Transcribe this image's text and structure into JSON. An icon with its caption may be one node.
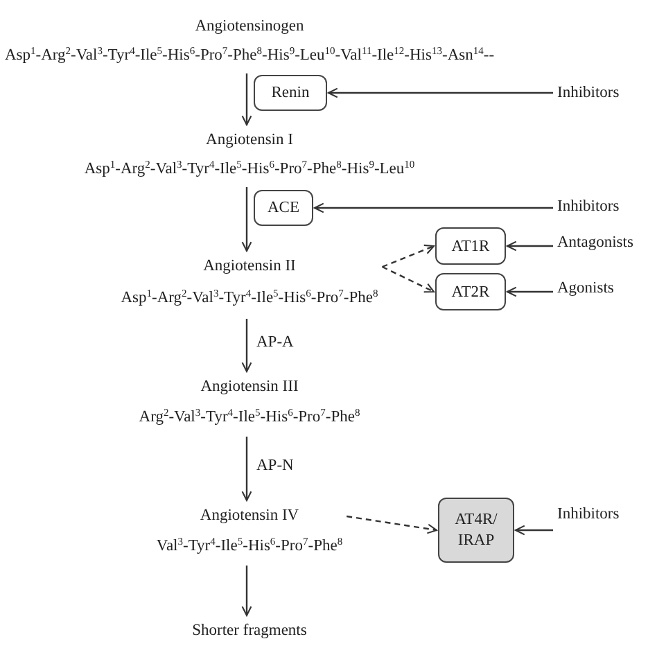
{
  "diagram": {
    "nodes": [
      {
        "text": [
          "Angiotensinogen",
          "Asp$^{1}$-Arg$^{2}$-Val$^{3}$-Tyr$^{4}$-Ile$^{5}$-His$^{6}$-Pro$^{7}$-Phe$^{8}$-His$^{9}$-Leu$^{10}$-Val$^{11}$-Ile$^{12}$-His$^{13}$-Asn$^{14}$--"
        ]
      },
      {
        "text": [
          "Renin"
        ]
      },
      {
        "text": [
          "Inhibitors"
        ]
      },
      {
        "text": [
          "Angiotensin I",
          "Asp$^{1}$-Arg$^{2}$-Val$^{3}$-Tyr$^{4}$-Ile$^{5}$-His$^{6}$-Pro$^{7}$-Phe$^{8}$-His$^{9}$-Leu$^{10}$"
        ]
      },
      {
        "text": [
          "ACE"
        ]
      },
      {
        "text": [
          "Inhibitors"
        ]
      },
      {
        "text": [
          "Angiotensin II",
          "Asp$^{1}$-Arg$^{2}$-Val$^{3}$-Tyr$^{4}$-Ile$^{5}$-His$^{6}$-Pro$^{7}$-Phe$^{8}$"
        ]
      },
      {
        "text": [
          "AT1R"
        ]
      },
      {
        "text": [
          "Antagonists"
        ]
      },
      {
        "text": [
          "AT2R"
        ]
      },
      {
        "text": [
          "Agonists"
        ]
      },
      {
        "text": [
          "Angiotensin III",
          "Arg$^{2}$-Val$^{3}$-Tyr$^{4}$-Ile$^{5}$-His$^{6}$-Pro$^{7}$-Phe$^{8}$"
        ]
      },
      {
        "text": [
          "Angiotensin IV",
          "Val$^{3}$-Tyr$^{4}$-Ile$^{5}$-His$^{6}$-Pro$^{7}$-Phe$^{8}$"
        ]
      },
      {
        "text": [
          "AT4R/ IRAP"
        ]
      },
      {
        "text": [
          "Inhibitors"
        ]
      },
      {
        "text": [
          "Shorter fragments"
        ]
      }
    ],
    "edges": [
      {
        "from": 0,
        "to": 3,
        "arrow": "to"
      },
      {
        "from": 2,
        "to": 1,
        "arrow": "to"
      },
      {
        "from": 3,
        "to": 6,
        "arrow": "to"
      },
      {
        "from": 5,
        "to": 4,
        "arrow": "to"
      },
      {
        "from": 6,
        "to": 7,
        "arrow": "to",
        "style": "dashed"
      },
      {
        "from": 6,
        "to": 9,
        "arrow": "to",
        "style": "dashed"
      },
      {
        "from": 8,
        "to": 7,
        "arrow": "to"
      },
      {
        "from": 10,
        "to": 9,
        "arrow": "to"
      },
      {
        "from": 6,
        "to": 11,
        "arrow": "to",
        "label": "AP-A"
      },
      {
        "from": 11,
        "to": 12,
        "arrow": "to",
        "label": "AP-N"
      },
      {
        "from": 12,
        "to": 13,
        "arrow": "to",
        "style": "dashed"
      },
      {
        "from": 14,
        "to": 13,
        "arrow": "to"
      },
      {
        "from": 12,
        "to": 15,
        "arrow": "to"
      }
    ]
  }
}
